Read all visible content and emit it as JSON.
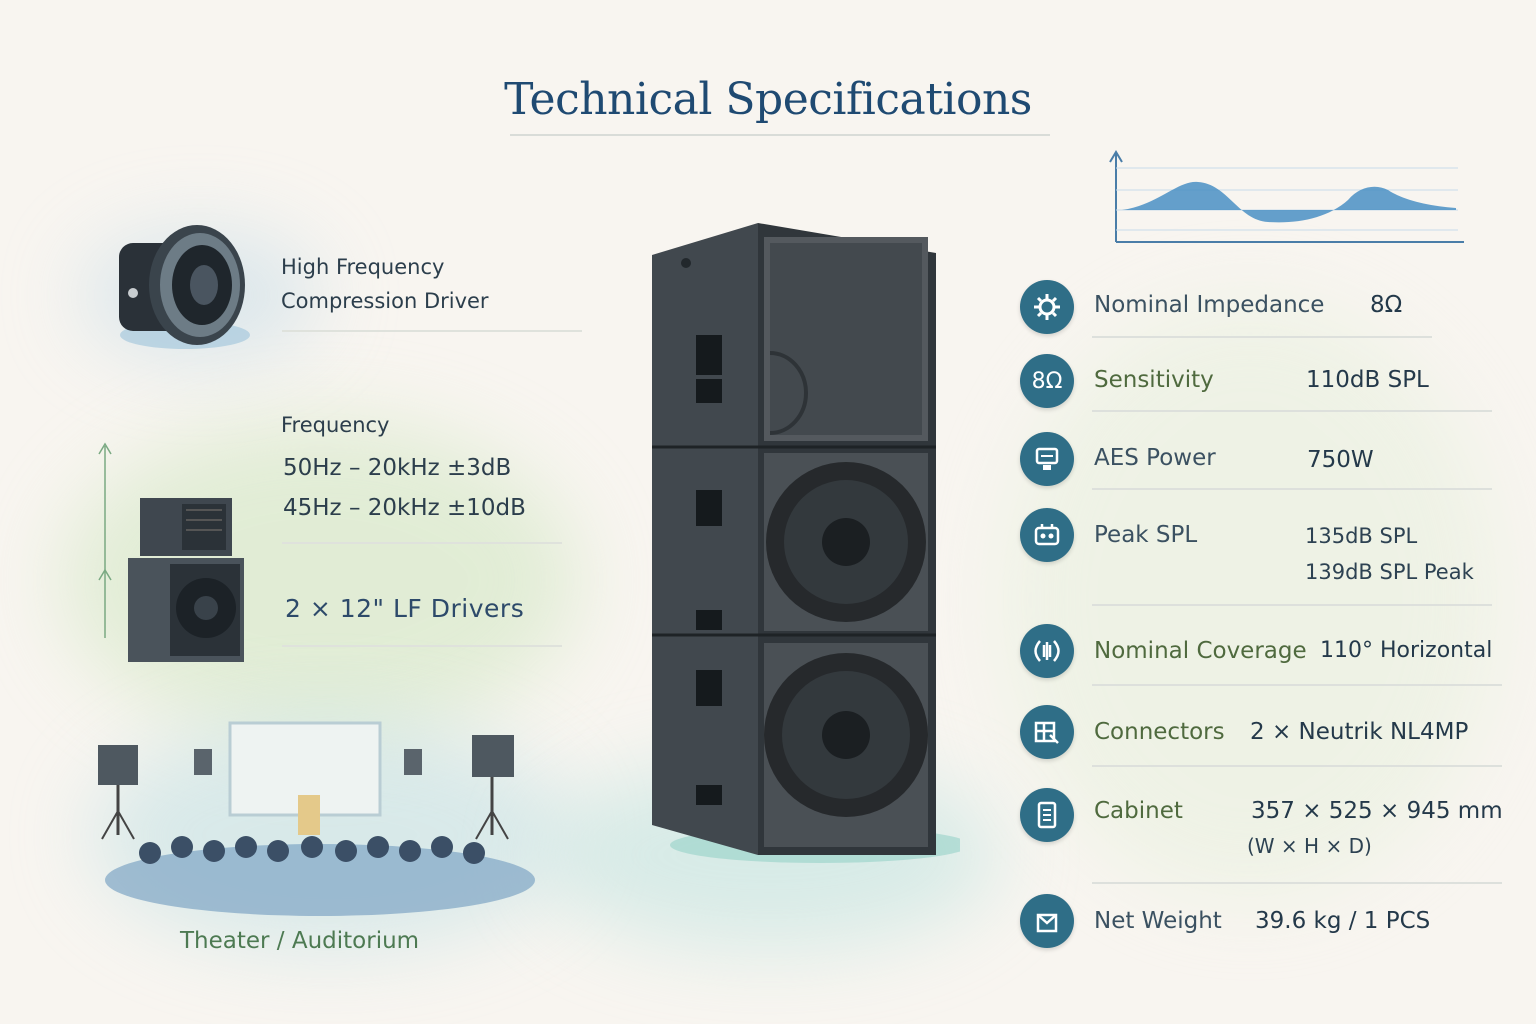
{
  "title": "Technical Specifications",
  "left": {
    "driver_label_line1": "High Frequency",
    "driver_label_line2": "Compression Driver",
    "freq_heading": "Frequency",
    "freq_line1": "50Hz – 20kHz  ±3dB",
    "freq_line2": "45Hz – 20kHz  ±10dB",
    "lf_drivers": "2 × 12\" LF Drivers",
    "venue_caption": "Theater / Auditorium"
  },
  "specs": [
    {
      "icon": "gear-icon",
      "label": "Nominal Impedance",
      "value": "8Ω",
      "sub": ""
    },
    {
      "icon": "ohm-icon",
      "icon_text": "8Ω",
      "label": "Sensitivity",
      "value": "110dB SPL",
      "sub": ""
    },
    {
      "icon": "power-meter-icon",
      "label": "AES Power",
      "value": "750W",
      "sub": ""
    },
    {
      "icon": "amplifier-icon",
      "label": "Peak SPL",
      "value": "135dB SPL",
      "sub": "139dB SPL Peak"
    },
    {
      "icon": "coverage-icon",
      "label": "Nominal Coverage",
      "value": "110° Horizontal",
      "sub": ""
    },
    {
      "icon": "connector-icon",
      "label": "Connectors",
      "value": "2 × Neutrik NL4MP",
      "sub": ""
    },
    {
      "icon": "cabinet-icon",
      "label": "Cabinet",
      "value": "357 × 525 × 945 mm",
      "sub": "(W × H × D)"
    },
    {
      "icon": "weight-icon",
      "label": "Net Weight",
      "value": "39.6 kg / 1 PCS",
      "sub": ""
    }
  ],
  "colors": {
    "accent": "#2f6e87",
    "title": "#1f4a72",
    "caption": "#4d7a52",
    "curve": "#4a8fc4"
  }
}
